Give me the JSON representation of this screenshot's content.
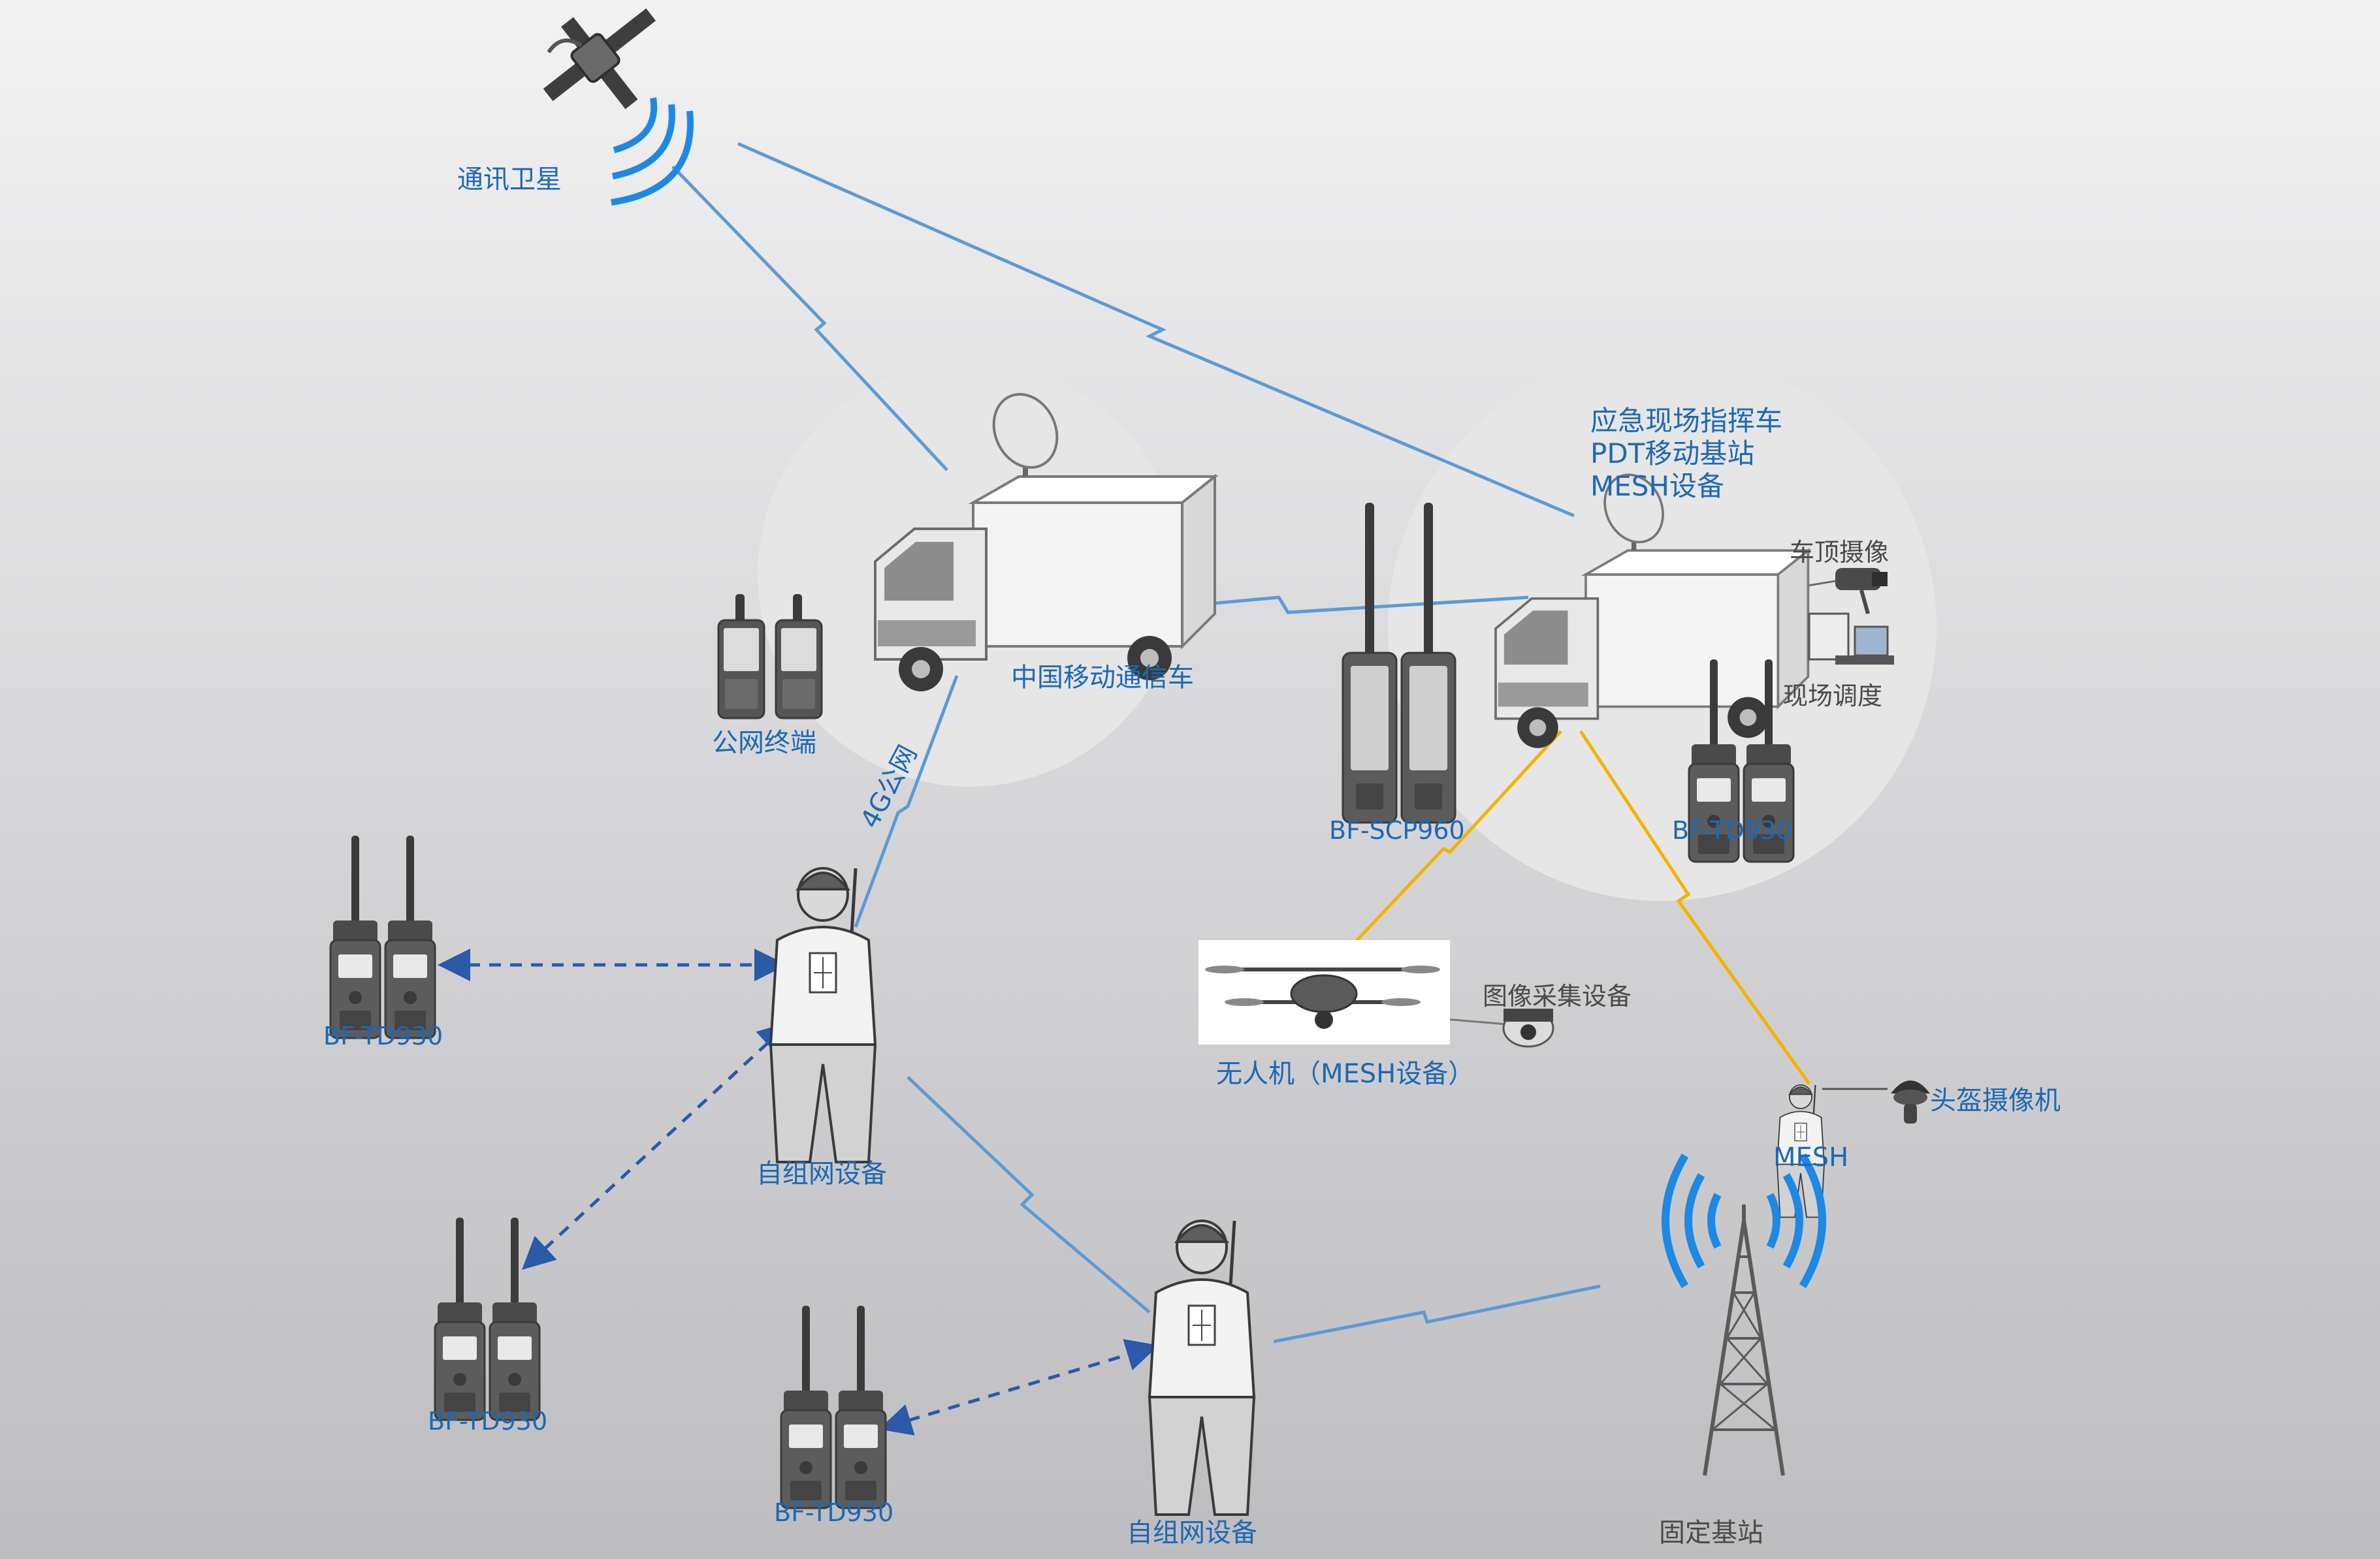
{
  "nodes": {
    "satellite": {
      "label": "通讯卫星"
    },
    "carrier_vehicle": {
      "label": "中国移动通信车"
    },
    "public_terminal": {
      "label": "公网终端"
    },
    "command_vehicle": {
      "label_lines": [
        "应急现场指挥车",
        "PDT移动基站",
        "MESH设备"
      ]
    },
    "roof_camera": {
      "label": "车顶摄像"
    },
    "onsite_dispatch": {
      "label": "现场调度"
    },
    "radio_scp960": {
      "label": "BF-SCP960"
    },
    "radio_td930_right": {
      "label": "BF-TD930"
    },
    "radio_td930_left": {
      "label": "BF-TD930"
    },
    "radio_td930_lower_left": {
      "label": "BF-TD930"
    },
    "radio_td930_bottom": {
      "label": "BF-TD930"
    },
    "drone": {
      "label": "无人机（MESH设备）"
    },
    "image_device": {
      "label": "图像采集设备"
    },
    "mesh_person": {
      "label": "MESH"
    },
    "helmet_camera": {
      "label": "头盔摄像机"
    },
    "adhoc_person_1": {
      "label": "自组网设备"
    },
    "adhoc_person_2": {
      "label": "自组网设备"
    },
    "fixed_station": {
      "label": "固定基站"
    }
  },
  "links": {
    "public_4g": {
      "label": "4G公网"
    }
  },
  "colors": {
    "wireless_blue": "#5b9bd5",
    "wireless_yellow": "#f0b400",
    "label_blue": "#1d68b4",
    "label_gray": "#4a4a4a",
    "arrow_blue": "#2a5aa8",
    "coverage_circle": "#e6e6e6"
  }
}
